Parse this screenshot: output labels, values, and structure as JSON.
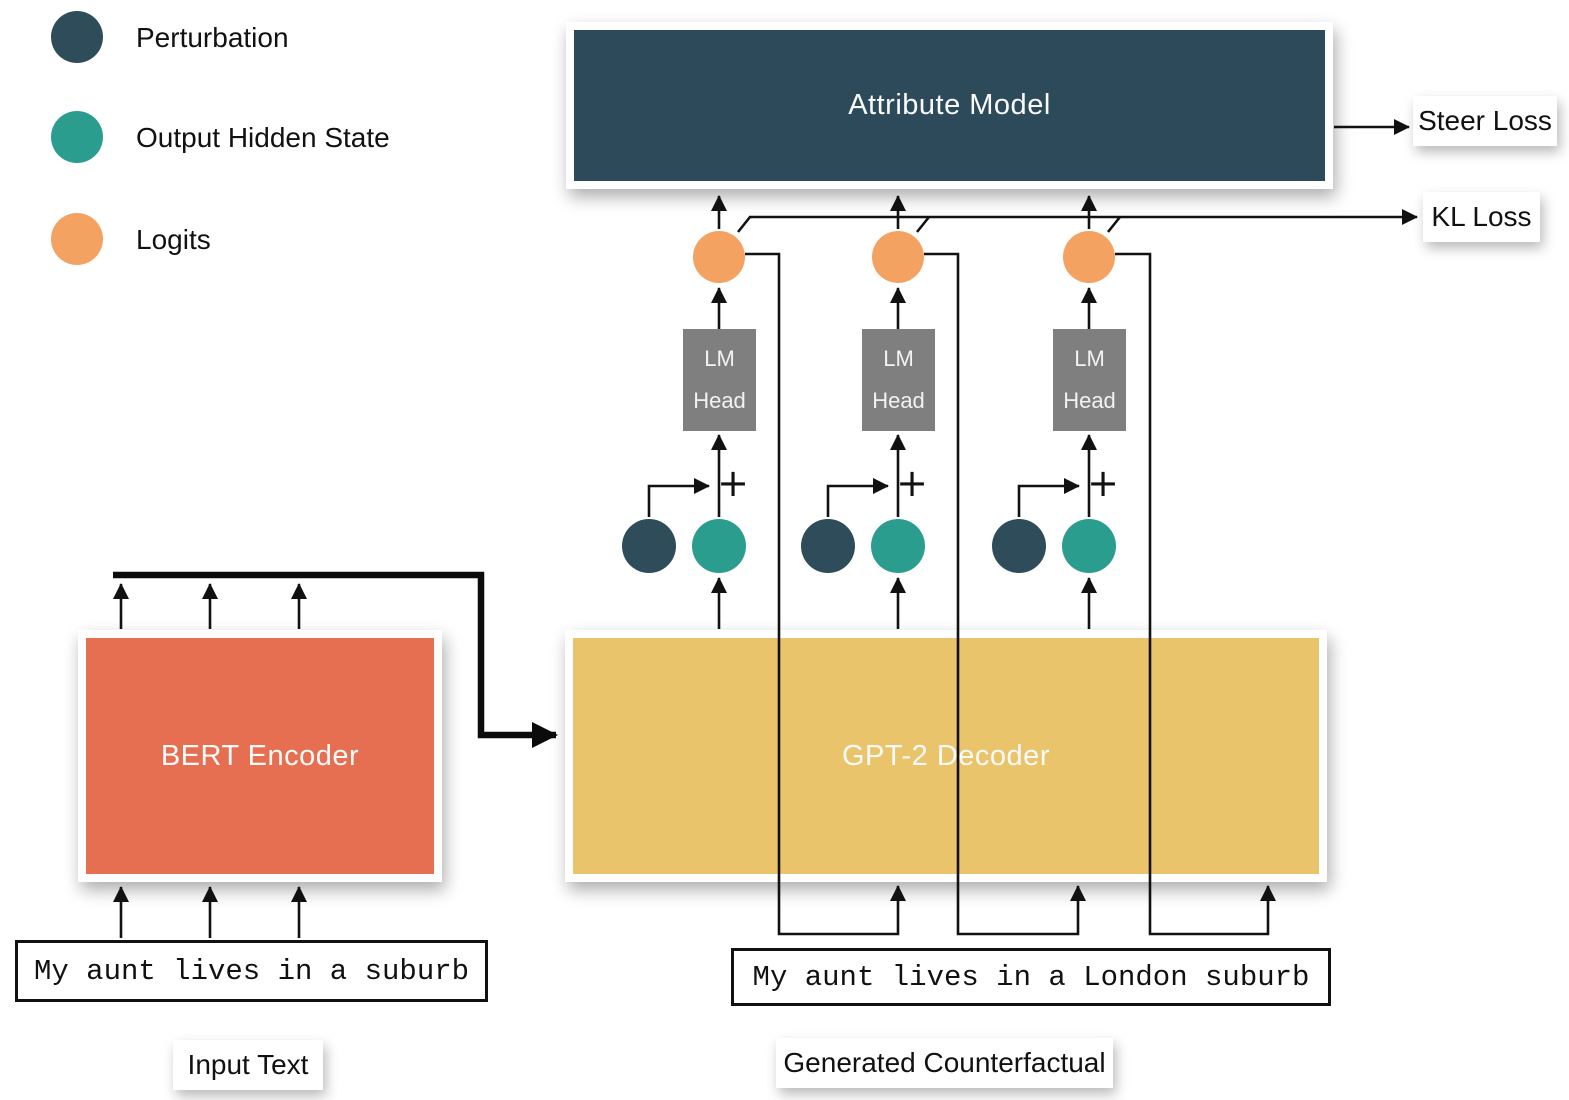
{
  "diagram": {
    "legend": {
      "items": [
        {
          "label": "Perturbation",
          "color_key": "perturbation"
        },
        {
          "label": "Output Hidden State",
          "color_key": "hidden_state"
        },
        {
          "label": "Logits",
          "color_key": "logits"
        }
      ]
    },
    "nodes": {
      "attribute_model": "Attribute Model",
      "bert_encoder": "BERT Encoder",
      "gpt2_decoder": "GPT-2 Decoder",
      "lm_head_line1": "LM",
      "lm_head_line2": "Head",
      "plus": "+"
    },
    "losses": {
      "steer": "Steer Loss",
      "kl": "KL Loss"
    },
    "texts": {
      "input_text": "My aunt lives in a suburb",
      "generated_text": "My aunt lives in a London suburb",
      "input_label": "Input Text",
      "generated_label": "Generated Counterfactual"
    },
    "colors": {
      "perturbation": "#2e4c5a",
      "hidden_state": "#2a9d8f",
      "logits": "#f4a261",
      "attribute_model": "#2c4a59",
      "bert": "#e76f51",
      "decoder": "#e9c46a",
      "lm_head": "#7f7f7f"
    }
  }
}
